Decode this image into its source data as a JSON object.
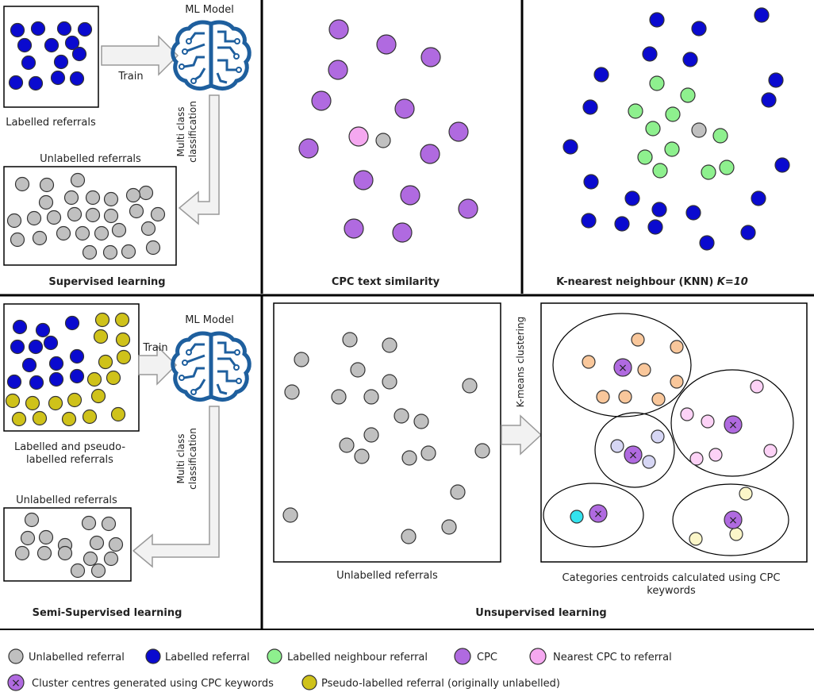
{
  "colors": {
    "unlabelled": "#c0c0c0",
    "labelled": "#0a0acf",
    "neighbour": "#8ef08e",
    "cpc": "#b06ae0",
    "nearest_cpc": "#f5a8f0",
    "pseudo": "#cfc21a",
    "orange": "#f9c79b",
    "pink": "#fcd2f6",
    "lavender": "#d6d6f4",
    "cyan": "#33e3ee",
    "cream": "#fbf6c8"
  },
  "panels": {
    "supervised": {
      "title": "Supervised learning",
      "model_label": "ML Model",
      "train_label": "Train",
      "classify_label_1": "Multi class",
      "classify_label_2": "classification",
      "labelled_caption": "Labelled referrals",
      "unlabelled_caption": "Unlabelled referrals"
    },
    "cpc_similarity": {
      "title": "CPC text similarity"
    },
    "knn": {
      "title": "K-nearest neighbour (KNN)",
      "k_label": "K=10"
    },
    "semi_supervised": {
      "title": "Semi-Supervised learning",
      "model_label": "ML Model",
      "train_label": "Train",
      "classify_label_1": "Multi class",
      "classify_label_2": "classification",
      "labelled_caption_1": "Labelled and pseudo-",
      "labelled_caption_2": "labelled referrals",
      "unlabelled_caption": "Unlabelled referrals"
    },
    "unsupervised": {
      "title": "Unsupervised learning",
      "kmeans_label": "K-means clustering",
      "unlabelled_caption": "Unlabelled referrals",
      "centroid_caption_1": "Categories centroids calculated using CPC",
      "centroid_caption_2": "keywords"
    }
  },
  "legend": {
    "unlabelled": "Unlabelled referral",
    "labelled": "Labelled referral",
    "neighbour": "Labelled neighbour referral",
    "cpc": "CPC",
    "nearest_cpc": "Nearest CPC to referral",
    "cluster_centre": "Cluster centres generated using CPC keywords",
    "pseudo": "Pseudo-labelled referral (originally unlabelled)"
  }
}
